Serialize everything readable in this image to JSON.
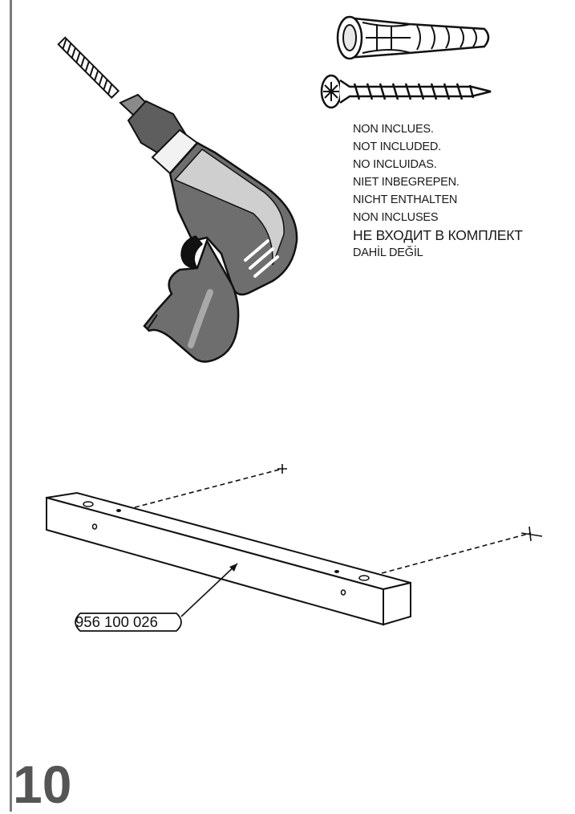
{
  "notice": {
    "lines": [
      "NON INCLUES.",
      "NOT INCLUDED.",
      "NO INCLUIDAS.",
      "NIET INBEGREPEN.",
      "NICHT ENTHALTEN",
      "NON INCLUSES",
      "НЕ ВХОДИТ В КОМПЛЕКТ",
      "DAHİL DEĞİL"
    ]
  },
  "part": {
    "number": "956 100 026"
  },
  "page": {
    "number": "10"
  },
  "icons": [
    "drill-icon",
    "wall-plug-icon",
    "screw-icon",
    "wooden-rail-illustration"
  ],
  "colors": {
    "drill_body": "#6e6e6e",
    "drill_light": "#cfcfcf",
    "rule": "#7a7a7a",
    "page_number": "#555555"
  }
}
